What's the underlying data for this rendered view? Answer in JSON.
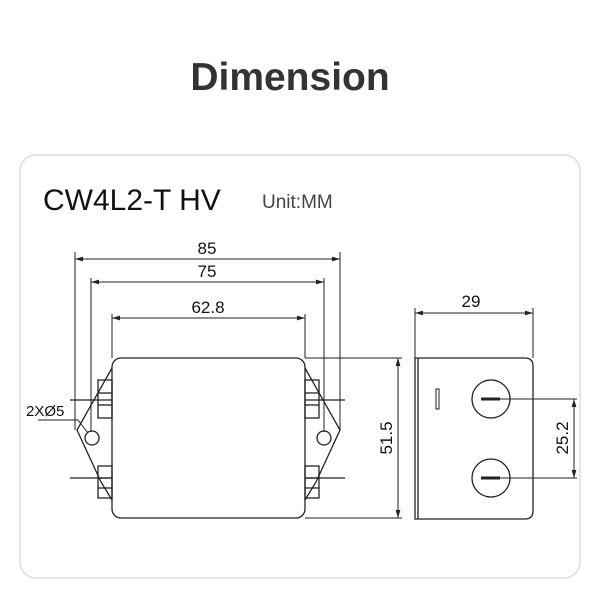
{
  "title": "Dimension",
  "model": "CW4L2-T HV",
  "unit": "Unit:MM",
  "front_view": {
    "overall_width": "85",
    "mount_hole_spacing": "75",
    "body_width": "62.8",
    "height": "51.5",
    "hole_label": "2XØ5"
  },
  "side_view": {
    "depth": "29",
    "terminal_spacing": "25.2"
  }
}
